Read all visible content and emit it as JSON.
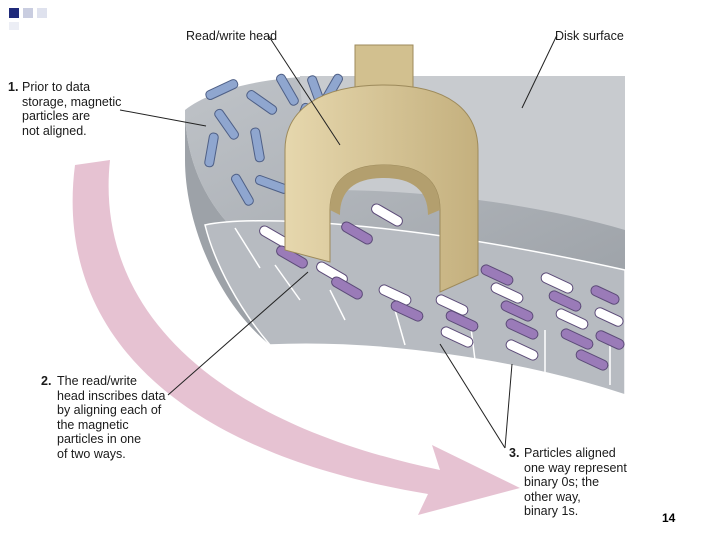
{
  "labels": {
    "read_write_head": "Read/write head",
    "disk_surface": "Disk surface",
    "step1_num": "1.",
    "step1_text": "Prior to data\nstorage, magnetic\nparticles are\nnot aligned.",
    "step2_num": "2.",
    "step2_text": "The read/write\nhead inscribes data\nby aligning each of\nthe magnetic\nparticles in one\nof two ways.",
    "step3_num": "3.",
    "step3_text": "Particles aligned\none way represent\nbinary 0s; the\nother way,\nbinary 1s."
  },
  "slide": {
    "page_number": "14"
  },
  "colors": {
    "disk_top": "#a9adb3",
    "disk_edge": "#8e939a",
    "head": "#d9c79a",
    "particle_blue": "#8fa6cf",
    "particle_purple": "#9a7bb8",
    "arrow": "#dcaac1",
    "corner_square": "#1f2a7a"
  }
}
